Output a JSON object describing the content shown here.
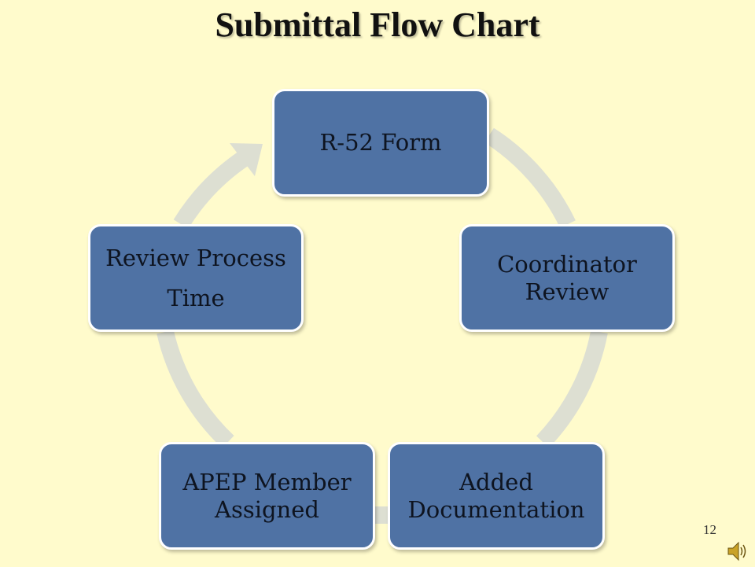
{
  "slide": {
    "title": "Submittal Flow Chart",
    "page_number": "12",
    "colors": {
      "background": "#FFFBCC",
      "node_fill": "#4F72A4",
      "node_border": "#FFFFFF",
      "ring": "#DDDFD2"
    }
  },
  "flow": {
    "nodes": [
      {
        "id": "r52",
        "lines": [
          "R-52 Form"
        ]
      },
      {
        "id": "coordinator",
        "lines": [
          "Coordinator",
          "Review"
        ]
      },
      {
        "id": "added",
        "lines": [
          "Added",
          "Documentation"
        ]
      },
      {
        "id": "apep",
        "lines": [
          "APEP Member",
          "Assigned"
        ]
      },
      {
        "id": "review",
        "lines": [
          "Review Process",
          "Time"
        ]
      }
    ]
  },
  "icons": {
    "speaker": "speaker-icon"
  }
}
